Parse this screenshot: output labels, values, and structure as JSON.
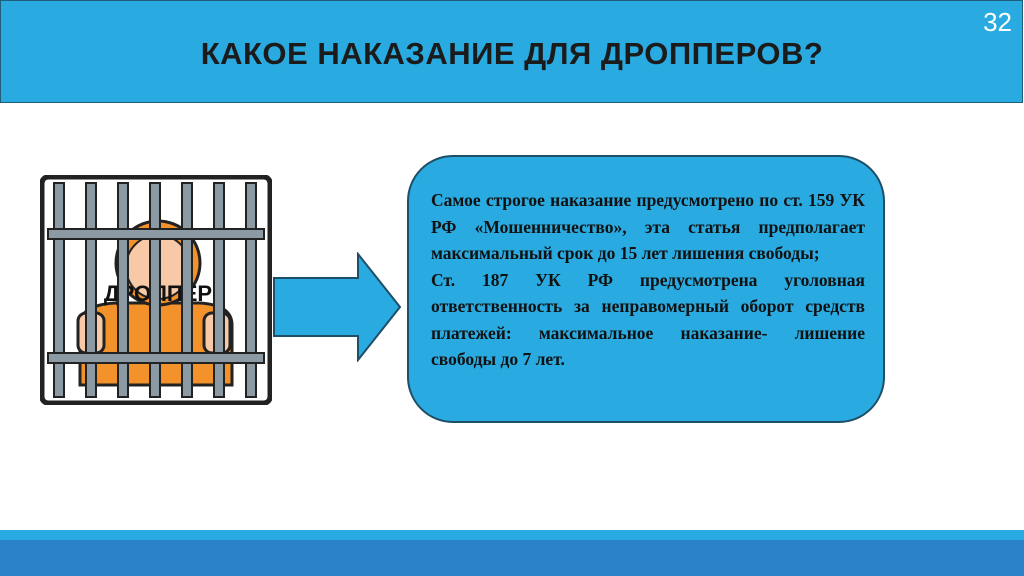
{
  "slide": {
    "title": "КАКОЕ НАКАЗАНИЕ ДЛЯ ДРОППЕРОВ?",
    "number": "32"
  },
  "illustration": {
    "label": "ДРОППЕР",
    "icon": "prisoner-behind-bars-icon"
  },
  "callout": {
    "paragraphs": [
      "Самое строгое наказание предусмотрено по ст. 159 УК РФ «Мошенничество», эта статья предполагает максимальный срок до 15 лет  лишения свободы;",
      "Ст. 187 УК РФ предусмотрена уголовная ответственность за неправомерный оборот средств платежей: максимальное наказание- лишение свободы до 7 лет."
    ]
  },
  "colors": {
    "header": "#29aae1",
    "footer": "#2a82c8",
    "callout": "#29aae1",
    "arrow": "#29aae1"
  }
}
